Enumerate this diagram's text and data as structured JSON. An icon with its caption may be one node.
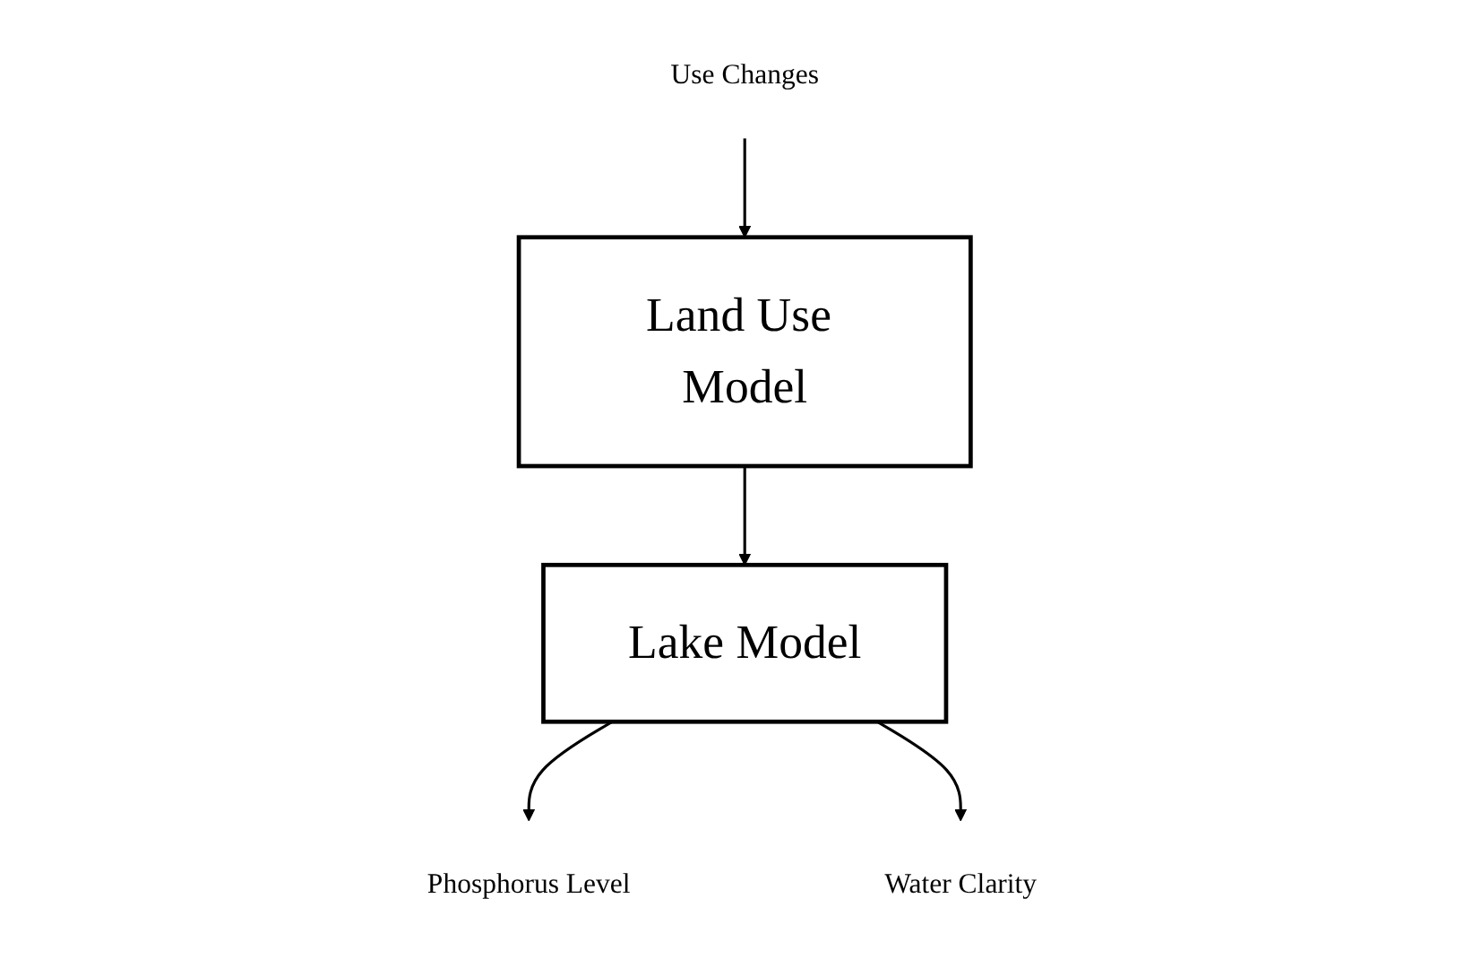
{
  "diagram": {
    "nodes": [
      {
        "text": [
          "Land Use Model"
        ]
      },
      {
        "text": [
          "Lake Model"
        ]
      },
      {
        "text": [
          "Use Changes"
        ]
      },
      {
        "text": [
          "Phosphorus Level"
        ]
      },
      {
        "text": [
          "Water Clarity"
        ]
      }
    ],
    "edges": [
      {
        "from": 2,
        "to": 0,
        "arrow": "to"
      },
      {
        "from": 0,
        "to": 1,
        "arrow": "to"
      },
      {
        "from": 1,
        "to": 3,
        "arrow": "to"
      },
      {
        "from": 1,
        "to": 4,
        "arrow": "to"
      }
    ]
  }
}
